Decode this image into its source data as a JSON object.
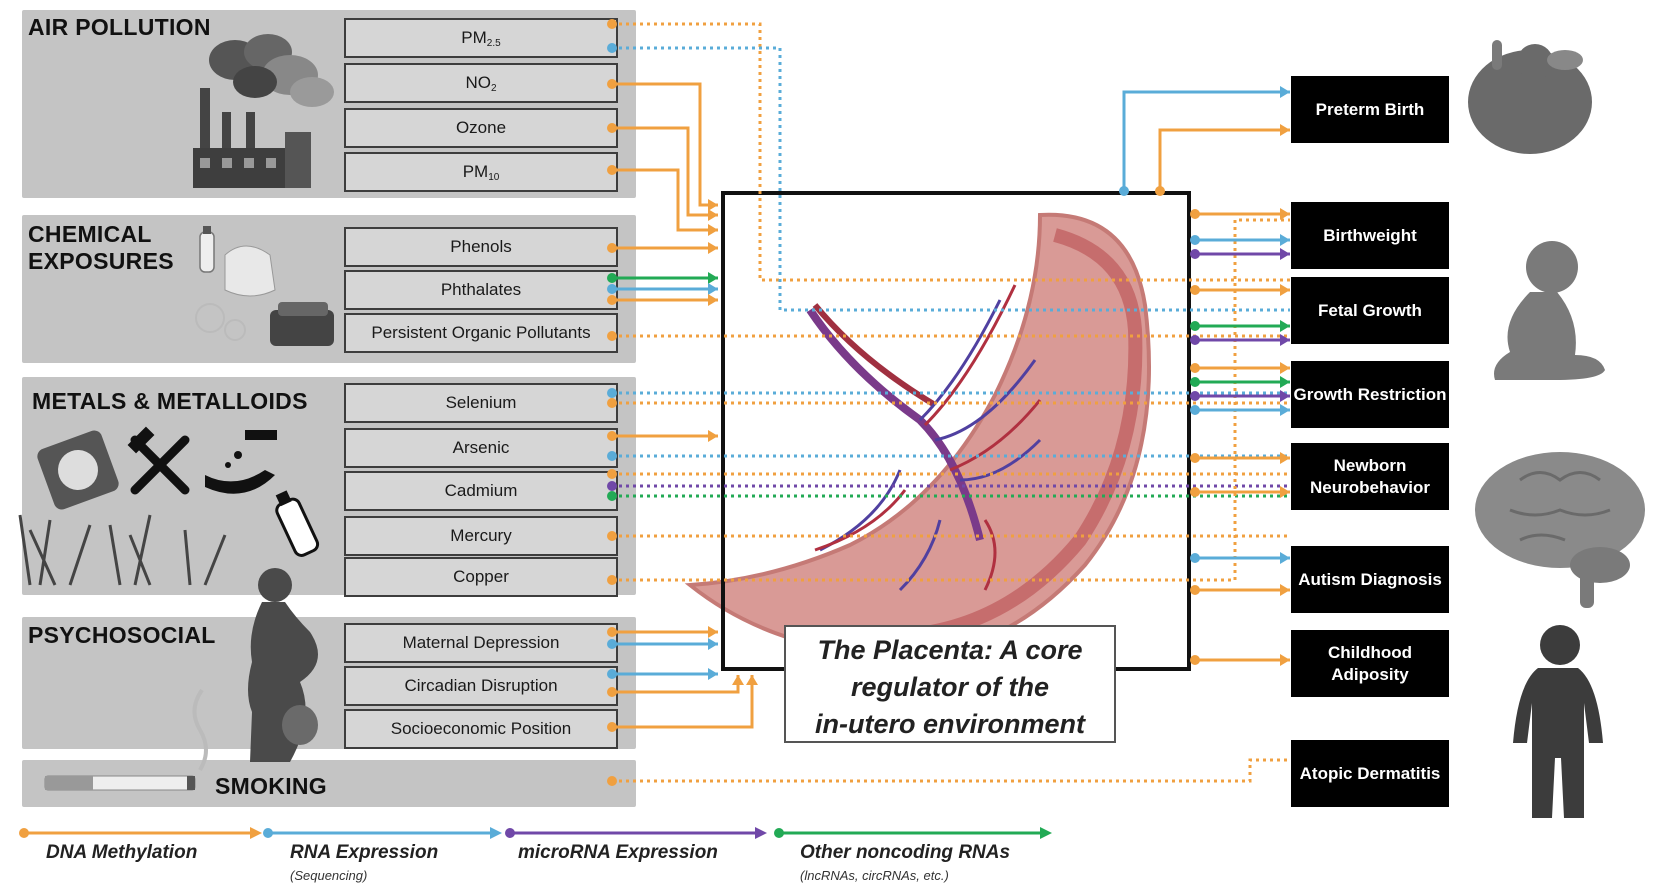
{
  "categories": [
    {
      "id": "air",
      "title": "AIR POLLUTION"
    },
    {
      "id": "chem",
      "title": "CHEMICAL\nEXPOSURES"
    },
    {
      "id": "metals",
      "title": "METALS & METALLOIDS"
    },
    {
      "id": "psych",
      "title": "PSYCHOSOCIAL"
    },
    {
      "id": "smoking",
      "title": "SMOKING"
    }
  ],
  "exposures": [
    {
      "base": "PM",
      "sub": "2.5"
    },
    {
      "base": "NO",
      "sub": "2"
    },
    {
      "base": "Ozone",
      "sub": ""
    },
    {
      "base": "PM",
      "sub": "10"
    },
    {
      "base": "Phenols",
      "sub": ""
    },
    {
      "base": "Phthalates",
      "sub": ""
    },
    {
      "base": "Persistent Organic Pollutants",
      "sub": ""
    },
    {
      "base": "Selenium",
      "sub": ""
    },
    {
      "base": "Arsenic",
      "sub": ""
    },
    {
      "base": "Cadmium",
      "sub": ""
    },
    {
      "base": "Mercury",
      "sub": ""
    },
    {
      "base": "Copper",
      "sub": ""
    },
    {
      "base": "Maternal Depression",
      "sub": ""
    },
    {
      "base": "Circadian Disruption",
      "sub": ""
    },
    {
      "base": "Socioeconomic Position",
      "sub": ""
    }
  ],
  "outcomes": [
    {
      "label": "Preterm Birth"
    },
    {
      "label": "Birthweight"
    },
    {
      "label": "Fetal Growth"
    },
    {
      "label": "Growth Restriction"
    },
    {
      "label": "Newborn\nNeurobehavior"
    },
    {
      "label": "Autism Diagnosis"
    },
    {
      "label": "Childhood Adiposity"
    },
    {
      "label": "Atopic Dermatitis"
    }
  ],
  "placenta": {
    "label": "The Placenta: A core\nregulator of the\nin-utero environment"
  },
  "legend": [
    {
      "name": "DNA Methylation",
      "sub": "",
      "color": "#f0a040"
    },
    {
      "name": "RNA Expression",
      "sub": "(Sequencing)",
      "color": "#5aacd8"
    },
    {
      "name": "microRNA Expression",
      "sub": "",
      "color": "#7048a8"
    },
    {
      "name": "Other noncoding RNAs",
      "sub": "(lncRNAs, circRNAs, etc.)",
      "color": "#22aa55"
    }
  ],
  "colors": {
    "dna": "#f0a040",
    "rna": "#5aacd8",
    "mirna": "#7048a8",
    "ncrna": "#22aa55",
    "category_bg": "#c4c4c4",
    "exposure_bg": "#d6d6d6",
    "outcome_bg": "#000000"
  },
  "icons": [
    "factory-smoke-icon",
    "bottle-bag-icon",
    "food-container-icon",
    "pill-packet-icon",
    "mining-tools-icon",
    "hand-water-icon",
    "water-bottle-icon",
    "grass-icon",
    "pregnant-woman-icon",
    "cigarette-icon",
    "fetus-icon",
    "baby-icon",
    "brain-icon",
    "child-icon",
    "placenta-icon"
  ]
}
